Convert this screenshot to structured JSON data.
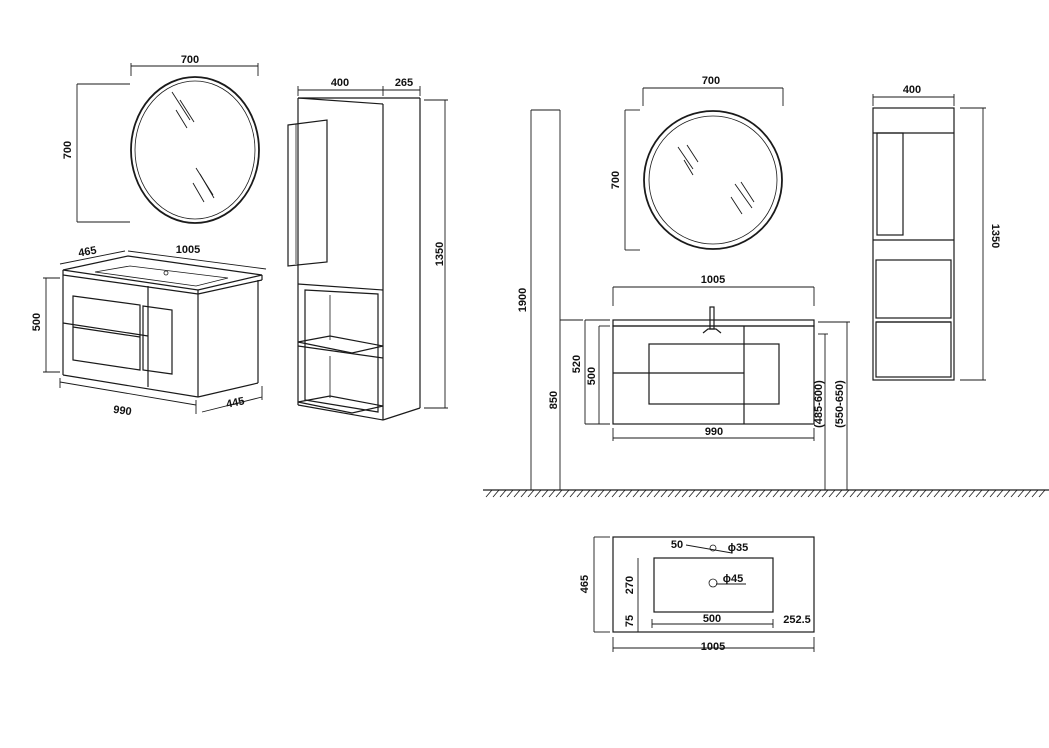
{
  "labels": {
    "iso_mirror_w": "700",
    "iso_mirror_h": "700",
    "iso_cab_w_top": "1005",
    "iso_cab_d_top": "465",
    "iso_cab_h": "500",
    "iso_cab_w_bottom": "990",
    "iso_cab_d_bottom": "445",
    "iso_tall_w": "400",
    "iso_tall_d": "265",
    "iso_tall_h": "1350",
    "front_mirror_w": "700",
    "front_mirror_h": "700",
    "front_tall_w": "400",
    "front_tall_h": "1350",
    "front_total_h": "1900",
    "front_top_w": "1005",
    "front_cab_h_520": "520",
    "front_cab_h_500": "500",
    "front_floor_h": "850",
    "front_cab_w": "990",
    "front_range_1": "(485-600)",
    "front_range_2": "(550-650)",
    "plan_depth": "465",
    "plan_50": "50",
    "plan_tap_hole": "ϕ35",
    "plan_270": "270",
    "plan_drain": "ϕ45",
    "plan_75": "75",
    "plan_bowl_w": "500",
    "plan_offset": "252.5",
    "plan_total_w": "1005"
  }
}
